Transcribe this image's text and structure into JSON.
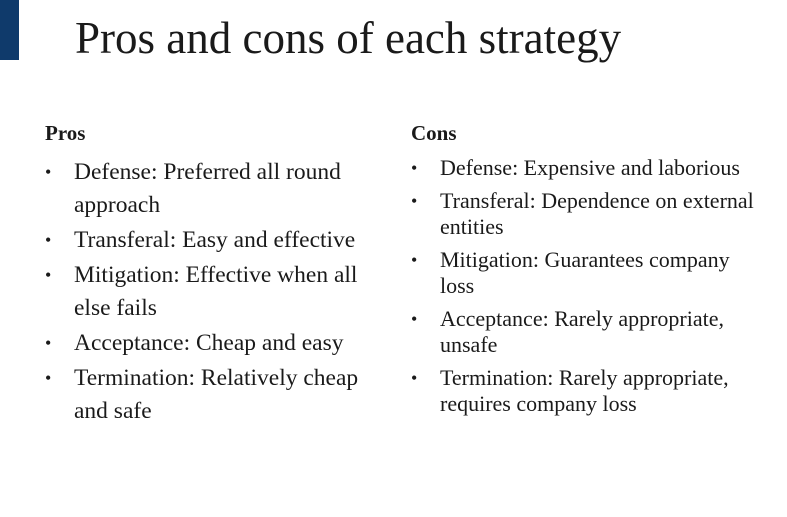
{
  "slide": {
    "title": "Pros and cons of each strategy",
    "accent_color": "#0f3a6b"
  },
  "pros": {
    "heading": "Pros",
    "items": [
      "Defense: Preferred all round approach",
      "Transferal: Easy and effective",
      "Mitigation: Effective when all else fails",
      "Acceptance: Cheap and easy",
      "Termination: Relatively cheap and safe"
    ]
  },
  "cons": {
    "heading": "Cons",
    "items": [
      "Defense: Expensive and laborious",
      "Transferal: Dependence on external entities",
      "Mitigation: Guarantees company loss",
      "Acceptance: Rarely appropriate, unsafe",
      "Termination: Rarely appropriate, requires company loss"
    ]
  },
  "bullet_glyph": "•"
}
